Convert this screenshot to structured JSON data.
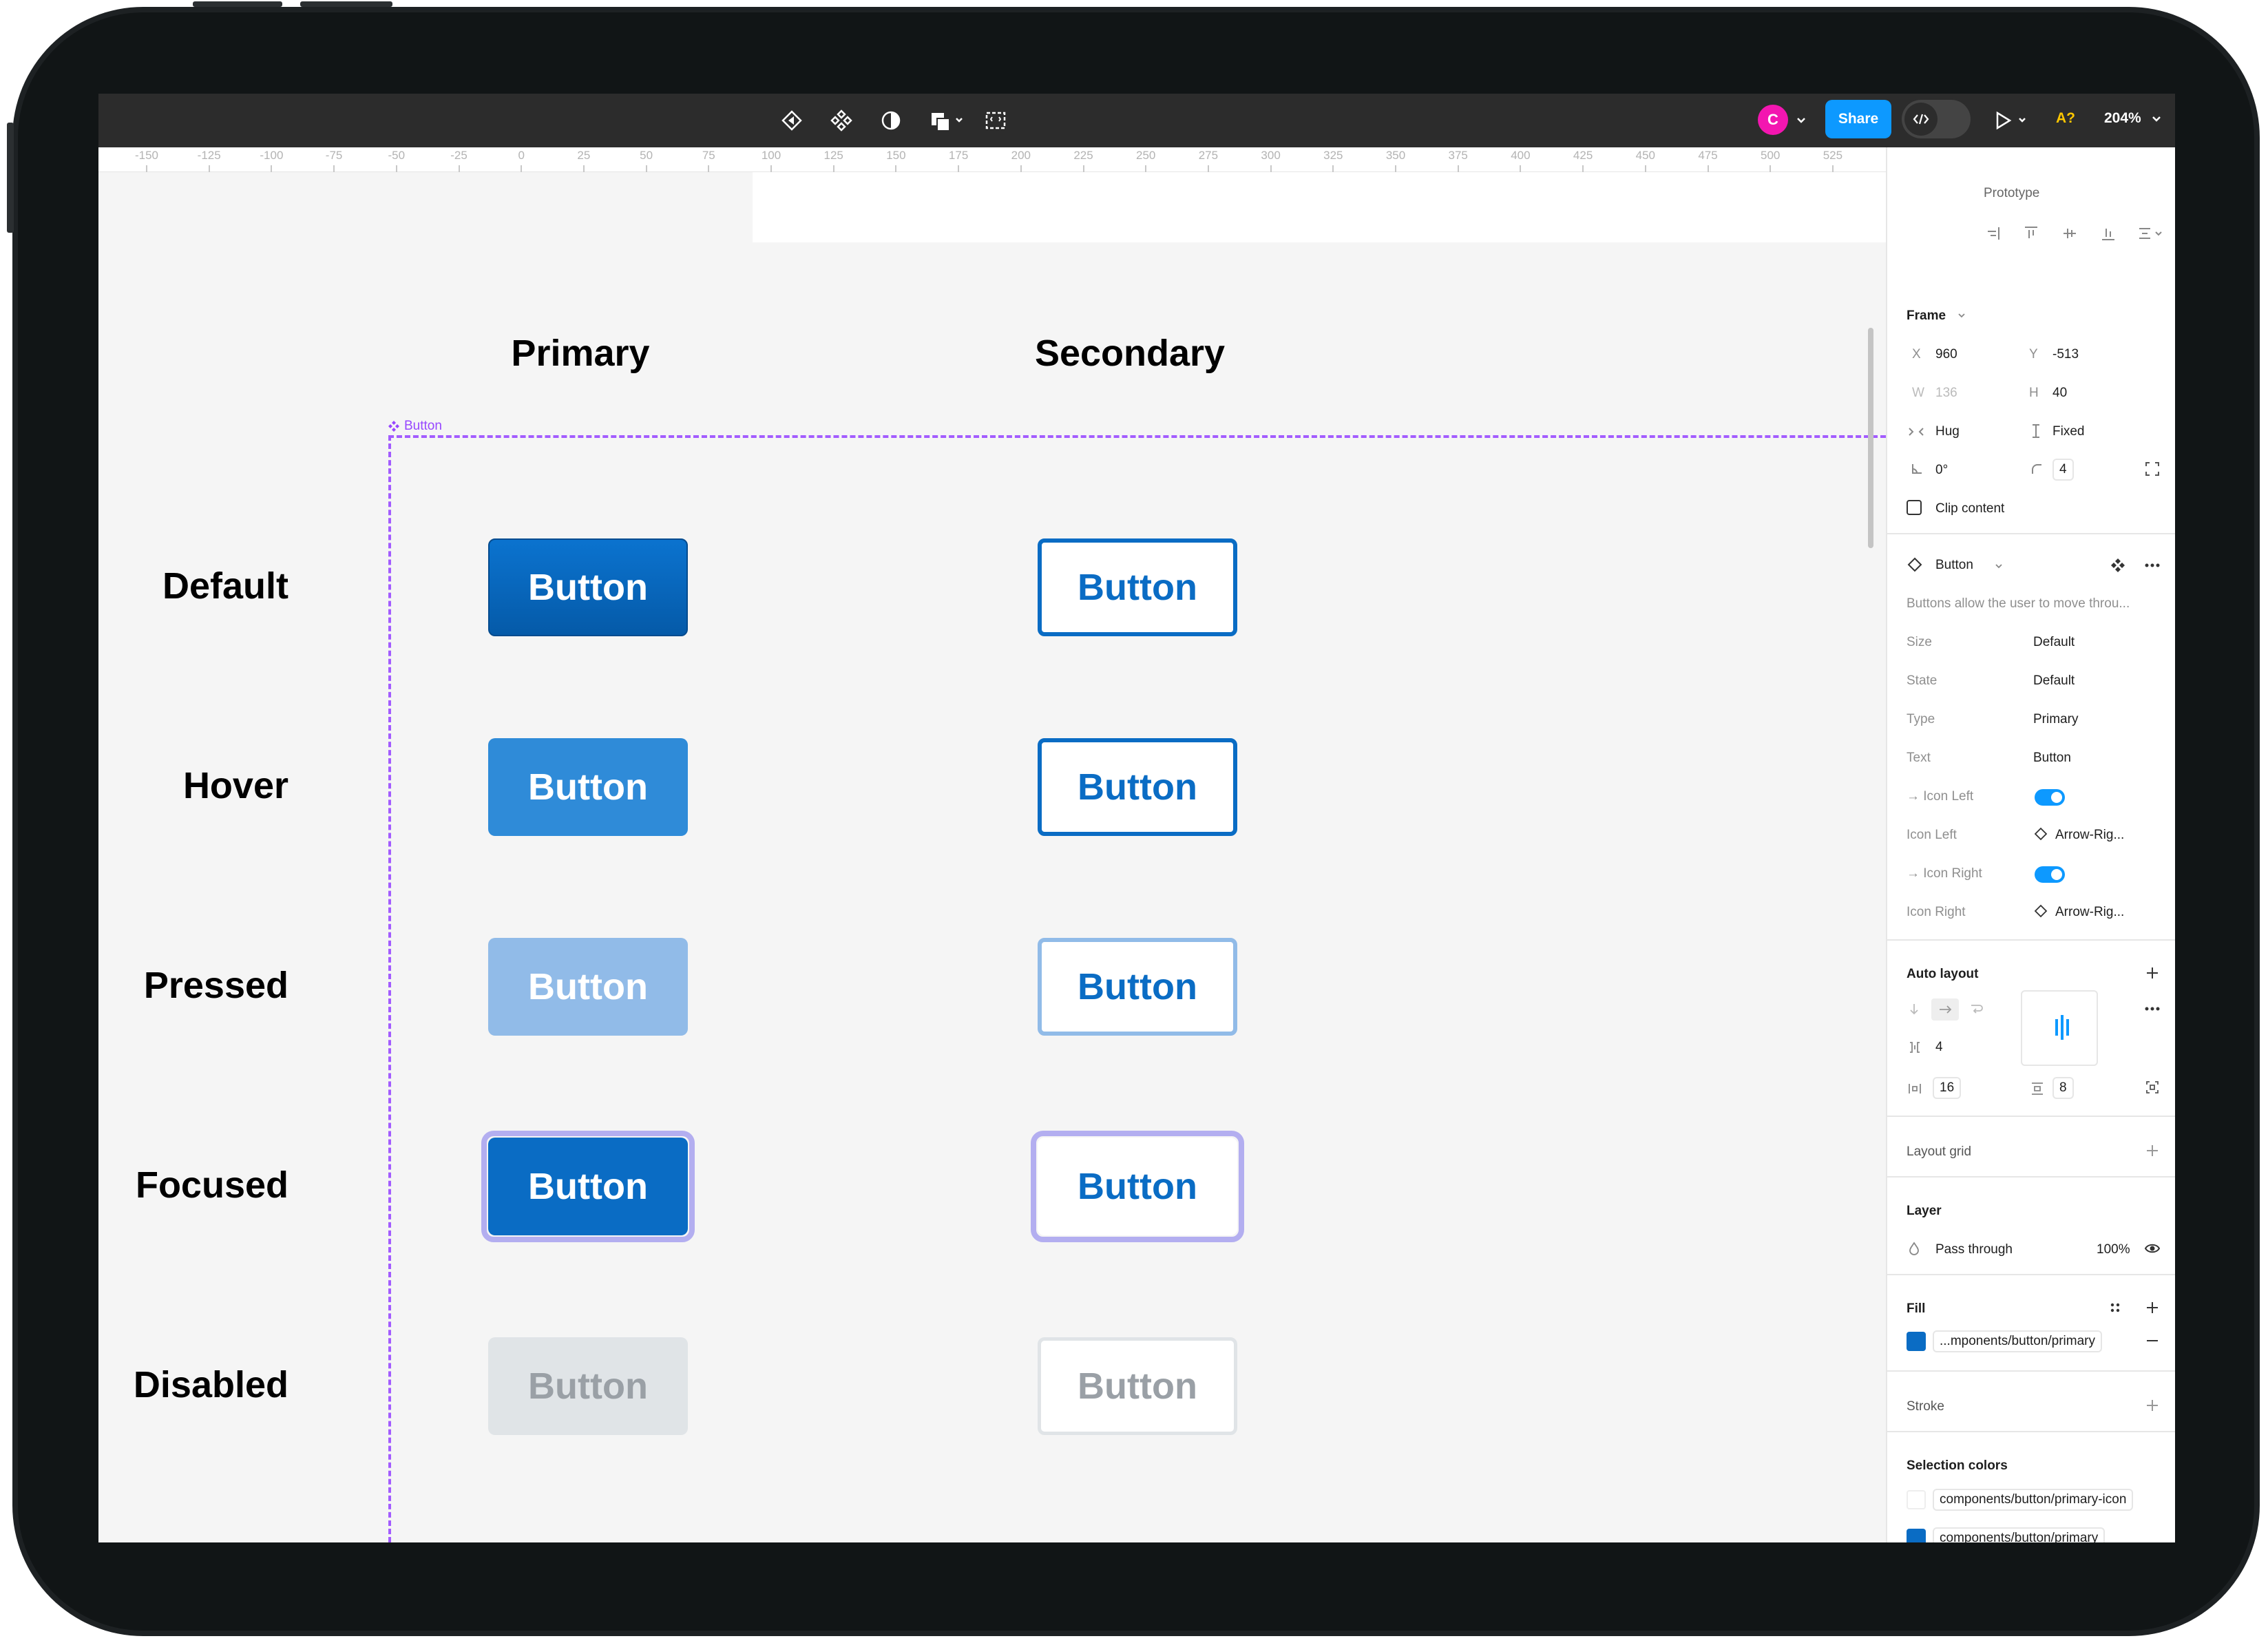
{
  "toolbar": {
    "avatar_initial": "C",
    "share_label": "Share",
    "accessibility_label": "A?",
    "zoom_label": "204%",
    "icons": [
      "interactions-icon",
      "component-icon",
      "contrast-icon",
      "boolean-icon",
      "frame-code-icon",
      "code-icon",
      "play-icon"
    ]
  },
  "ruler": {
    "ticks": [
      "-150",
      "-125",
      "-100",
      "-75",
      "-50",
      "-25",
      "0",
      "25",
      "50",
      "75",
      "100",
      "125",
      "150",
      "175",
      "200",
      "225",
      "250",
      "275",
      "300",
      "325",
      "350",
      "375",
      "400",
      "425",
      "450",
      "475",
      "500",
      "525"
    ]
  },
  "tabs": {
    "partial_label": "Prototype"
  },
  "canvas": {
    "frame_tag": "Button",
    "columns": [
      "Primary",
      "Secondary"
    ],
    "rows": [
      "Default",
      "Hover",
      "Pressed",
      "Focused",
      "Disabled"
    ],
    "button_label": "Button",
    "colors": {
      "primary_default": "#0a6cc4",
      "primary_hover": "#2f8bd8",
      "primary_pressed": "#91bbe8",
      "primary_focused": "#0a6cc4",
      "primary_disabled": "#e0e4e7",
      "secondary_text": "#0a6cc4",
      "focus_ring": "#b3aef0",
      "disabled_text": "#9aa0a6",
      "frame_outline": "#a35cff"
    }
  },
  "panel": {
    "frame": {
      "title": "Frame",
      "x_label": "X",
      "x_value": "960",
      "y_label": "Y",
      "y_value": "-513",
      "w_label": "W",
      "w_value": "136",
      "h_label": "H",
      "h_value": "40",
      "width_mode": "Hug",
      "height_mode": "Fixed",
      "rotation": "0°",
      "radius": "4",
      "clip_content": "Clip content"
    },
    "component": {
      "name": "Button",
      "description": "Buttons allow the user to move throu...",
      "props": [
        {
          "label": "Size",
          "value": "Default"
        },
        {
          "label": "State",
          "value": "Default"
        },
        {
          "label": "Type",
          "value": "Primary"
        },
        {
          "label": "Text",
          "value": "Button"
        },
        {
          "label": "Icon Left",
          "value": ""
        },
        {
          "label": "Icon Left",
          "value": "Arrow-Rig..."
        },
        {
          "label": "Icon Right",
          "value": ""
        },
        {
          "label": "Icon Right",
          "value": "Arrow-Rig..."
        }
      ]
    },
    "auto_layout": {
      "title": "Auto layout",
      "gap": "4",
      "padding_h": "16",
      "padding_v": "8"
    },
    "layout_grid": {
      "title": "Layout grid"
    },
    "layer": {
      "title": "Layer",
      "blend": "Pass through",
      "opacity": "100%"
    },
    "fill": {
      "title": "Fill",
      "style": "...mponents/button/primary",
      "color": "#0a6cc4"
    },
    "stroke": {
      "title": "Stroke"
    },
    "selection_colors": {
      "title": "Selection colors",
      "items": [
        {
          "name": "components/button/primary-icon",
          "color": "#ffffff"
        },
        {
          "name": "components/button/primary",
          "color": "#0a6cc4"
        }
      ]
    }
  }
}
